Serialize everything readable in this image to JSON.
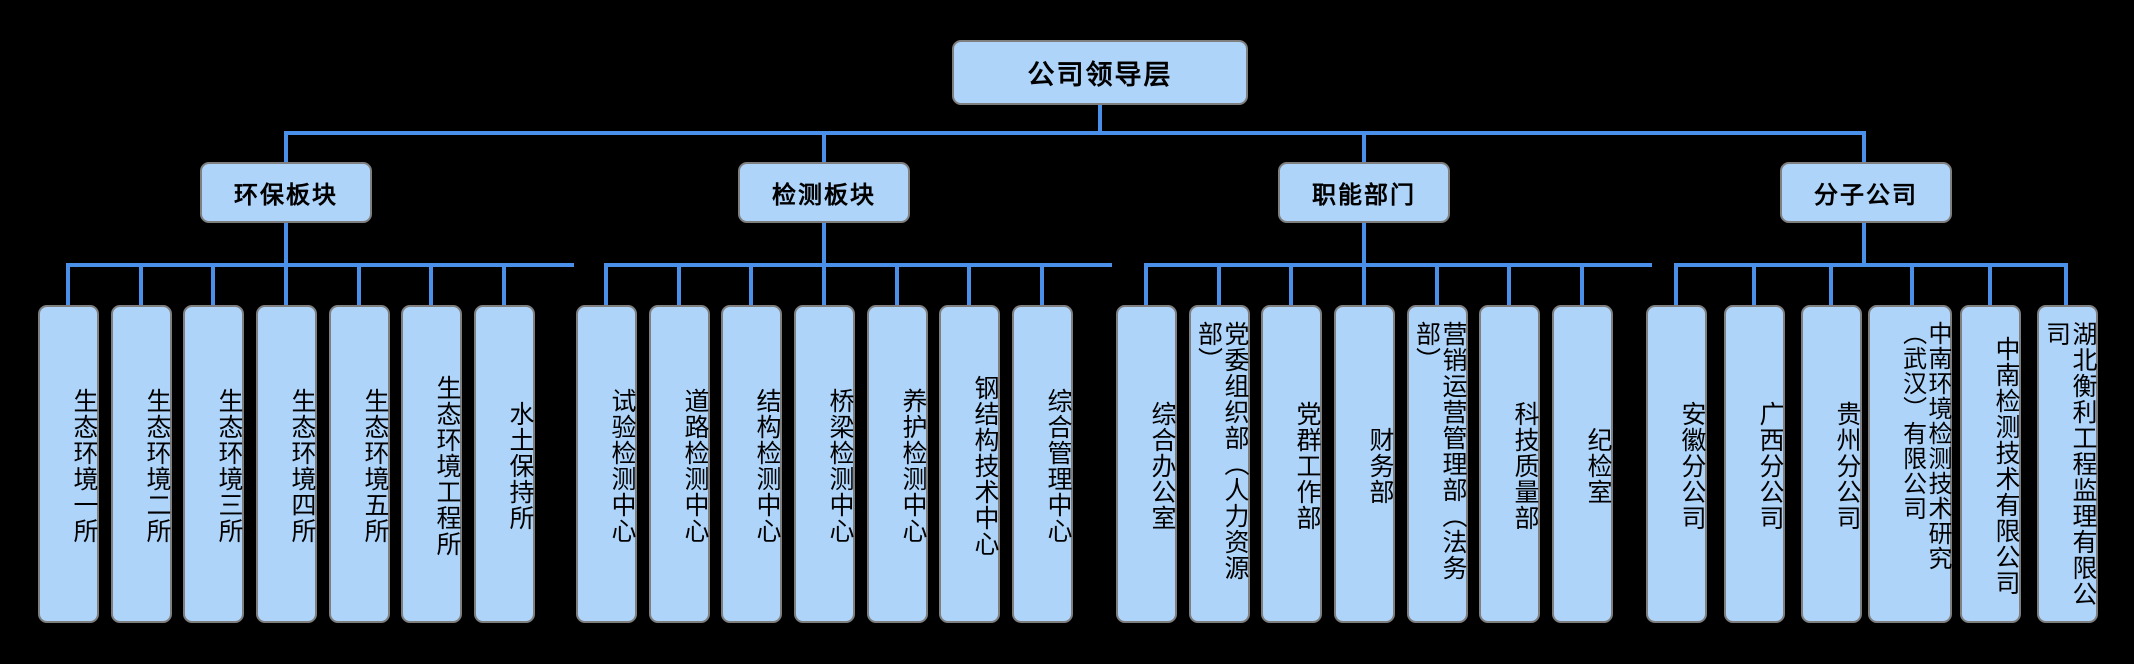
{
  "colors": {
    "background": "#000000",
    "node_fill": "#AED4FA",
    "node_border": "#7F7F7F",
    "connector": "#4A90E8",
    "text": "#000000"
  },
  "root": {
    "label": "公司领导层"
  },
  "sectors": [
    {
      "label": "环保板块",
      "children": [
        "生态环境一所",
        "生态环境二所",
        "生态环境三所",
        "生态环境四所",
        "生态环境五所",
        "生态环境工程所",
        "水土保持所"
      ]
    },
    {
      "label": "检测板块",
      "children": [
        "试验检测中心",
        "道路检测中心",
        "结构检测中心",
        "桥梁检测中心",
        "养护检测中心",
        "钢结构技术中心",
        "综合管理中心"
      ]
    },
    {
      "label": "职能部门",
      "children": [
        "综合办公室",
        "党委组织部（人力资源部）",
        "党群工作部",
        "财务部",
        "营销运营管理部（法务部）",
        "科技质量部",
        "纪检室"
      ]
    },
    {
      "label": "分子公司",
      "children": [
        "安徽分公司",
        "广西分公司",
        "贵州分公司",
        "中南环境检测技术研究（武汉）有限公司",
        "中南检测技术有限公司",
        "湖北衡利工程监理有限公司"
      ]
    }
  ]
}
